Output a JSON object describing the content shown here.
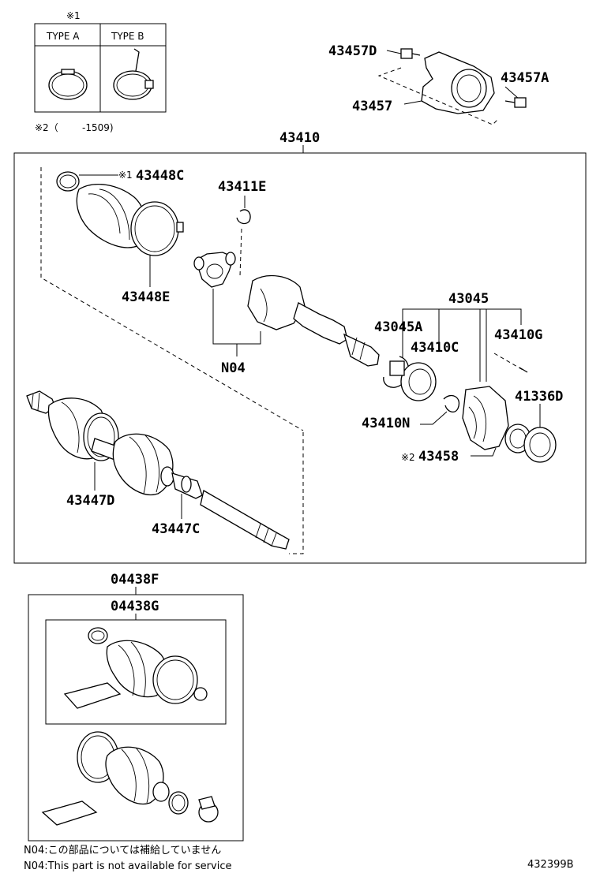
{
  "legend": {
    "mark": "※1",
    "type_a": "TYPE A",
    "type_b": "TYPE B",
    "note2_mark": "※2（",
    "note2_range": "-1509)"
  },
  "labels": {
    "p43457D": "43457D",
    "p43457A": "43457A",
    "p43457": "43457",
    "p43410": "43410",
    "p43448C_mark": "※1",
    "p43448C": "43448C",
    "p43411E": "43411E",
    "p43448E": "43448E",
    "p43045": "43045",
    "p43045A": "43045A",
    "p43410G": "43410G",
    "p43410C": "43410C",
    "pN04": "N04",
    "p41336D": "41336D",
    "p43410N": "43410N",
    "p43458_mark": "※2",
    "p43458": "43458",
    "p43447D": "43447D",
    "p43447C": "43447C",
    "p04438F": "04438F",
    "p04438G": "04438G"
  },
  "notes": {
    "jp": "N04:この部品については補給していません",
    "en": "N04:This part is not available for service"
  },
  "figure_id": "432399B"
}
